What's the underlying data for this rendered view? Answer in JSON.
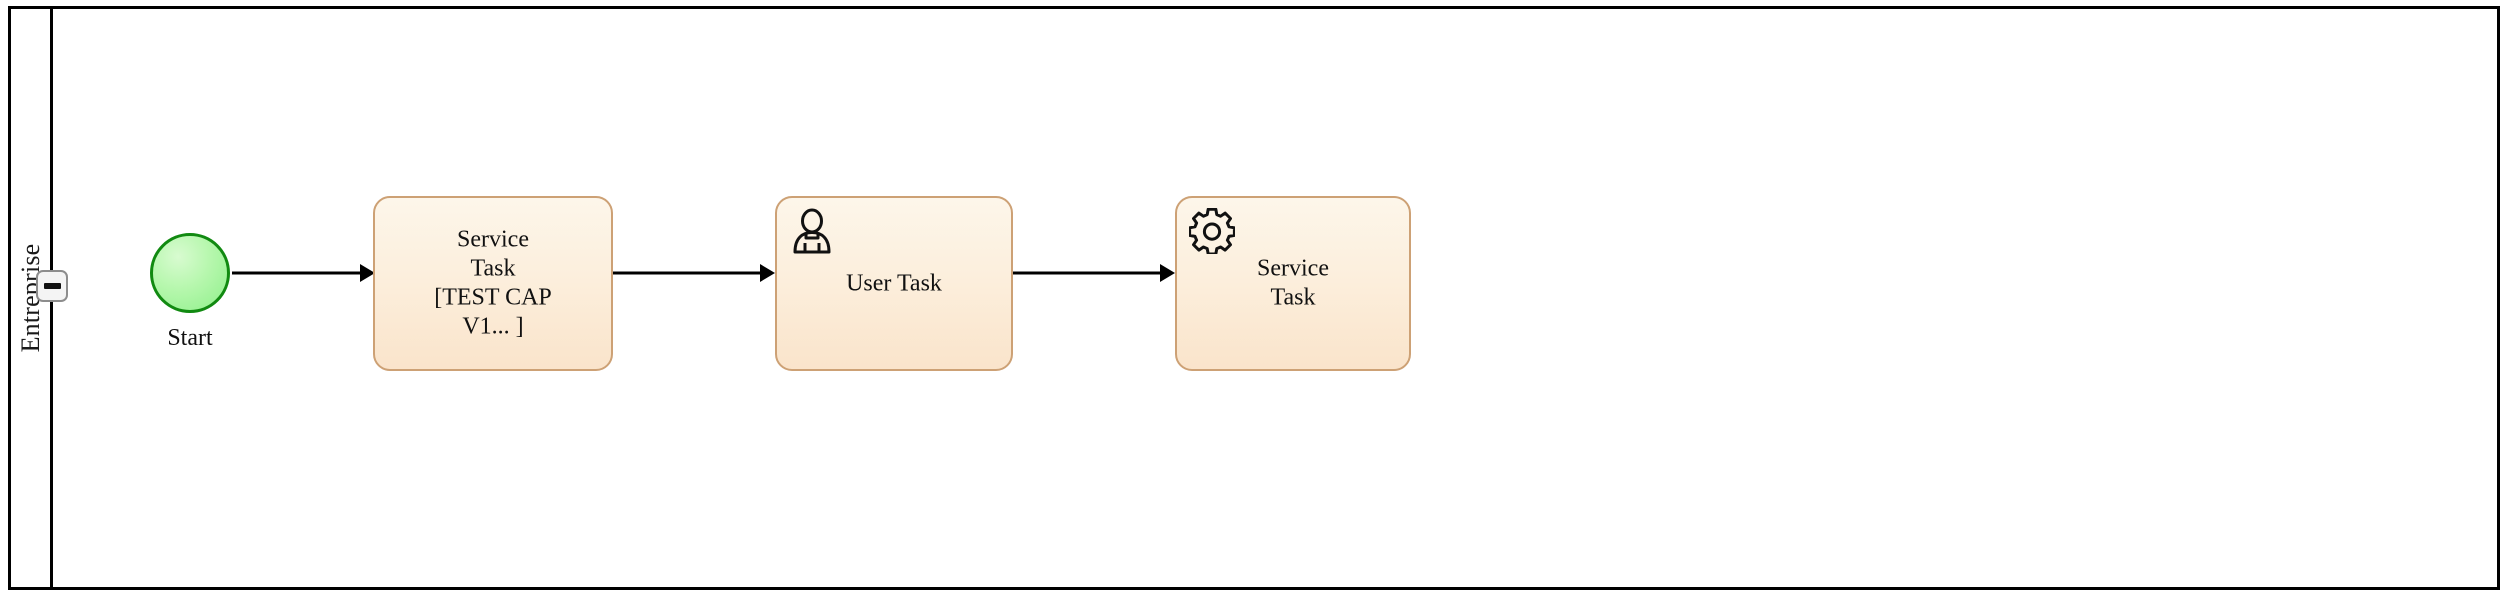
{
  "diagram": {
    "type": "bpmn-process",
    "pool": {
      "lane_label": "Entreprise",
      "collapse_button": {
        "name": "collapse-lane-button",
        "state": "expanded",
        "glyph": "minus"
      }
    },
    "colors": {
      "pool_border": "#000000",
      "task_fill_top": "#fdf6ea",
      "task_fill_bottom": "#fae4cb",
      "task_border": "#cda175",
      "start_fill": "#b6f7ad",
      "start_border": "#118a11",
      "connector": "#000000",
      "canvas_background": "#ffffff",
      "collapse_button_fill": "#f4f4f4",
      "collapse_button_border": "#8d8d8d"
    },
    "nodes": [
      {
        "id": "start-event",
        "kind": "start-event",
        "label": "Start",
        "icon": null
      },
      {
        "id": "task-service-1",
        "kind": "task",
        "label": "Service\nTask\n[TEST CAP\nV1... ]",
        "icon": null
      },
      {
        "id": "task-user-1",
        "kind": "task",
        "label": "User Task",
        "icon": "user-icon"
      },
      {
        "id": "task-service-2",
        "kind": "task",
        "label": "Service\nTask",
        "icon": "gear-icon"
      }
    ],
    "flows": [
      {
        "id": "flow-1",
        "from": "start-event",
        "to": "task-service-1"
      },
      {
        "id": "flow-2",
        "from": "task-service-1",
        "to": "task-user-1"
      },
      {
        "id": "flow-3",
        "from": "task-user-1",
        "to": "task-service-2"
      }
    ]
  }
}
